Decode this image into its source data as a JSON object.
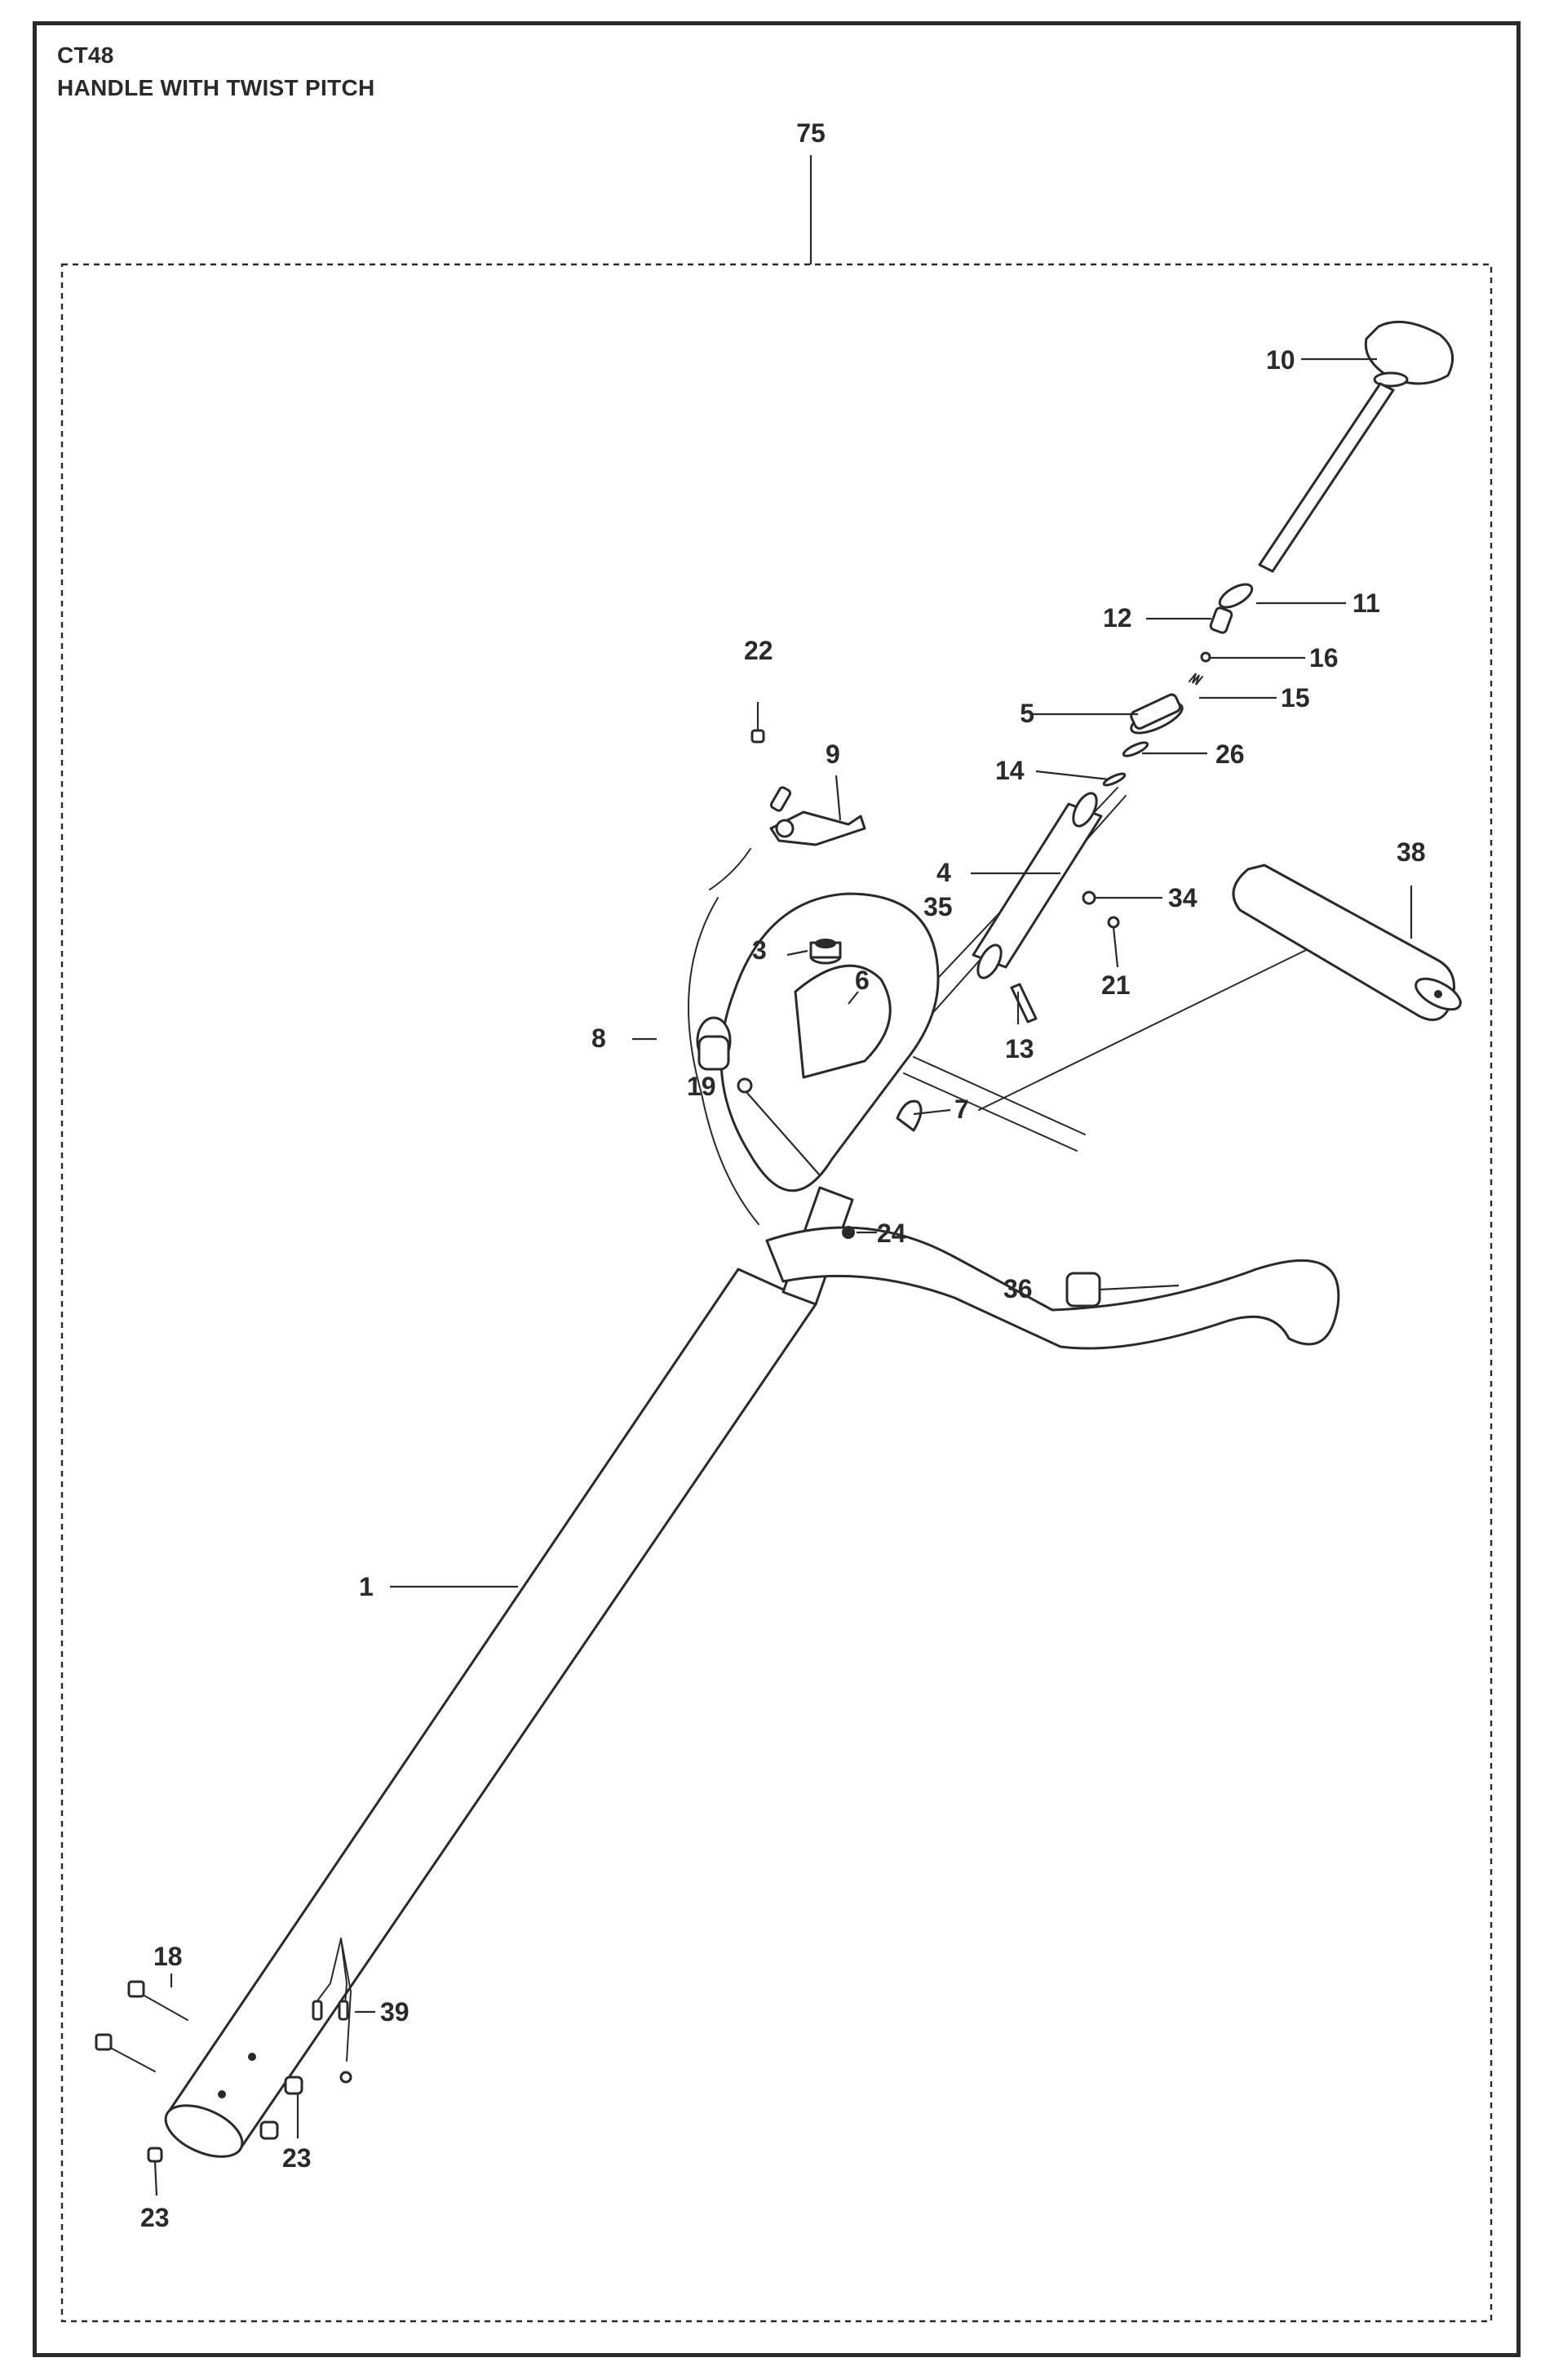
{
  "header": {
    "model": "CT48",
    "section_title": "HANDLE WITH TWIST PITCH"
  },
  "assembly_label": "75",
  "part_labels": {
    "p1": "1",
    "p3": "3",
    "p4": "4",
    "p35": "35",
    "p5": "5",
    "p6": "6",
    "p7": "7",
    "p8": "8",
    "p9": "9",
    "p10": "10",
    "p11": "11",
    "p12": "12",
    "p13": "13",
    "p14": "14",
    "p15": "15",
    "p16": "16",
    "p18": "18",
    "p19": "19",
    "p21": "21",
    "p22": "22",
    "p23a": "23",
    "p23b": "23",
    "p24": "24",
    "p26": "26",
    "p34": "34",
    "p36": "36",
    "p38": "38",
    "p39": "39"
  },
  "colors": {
    "line": "#2a2a2a",
    "background": "#ffffff"
  }
}
